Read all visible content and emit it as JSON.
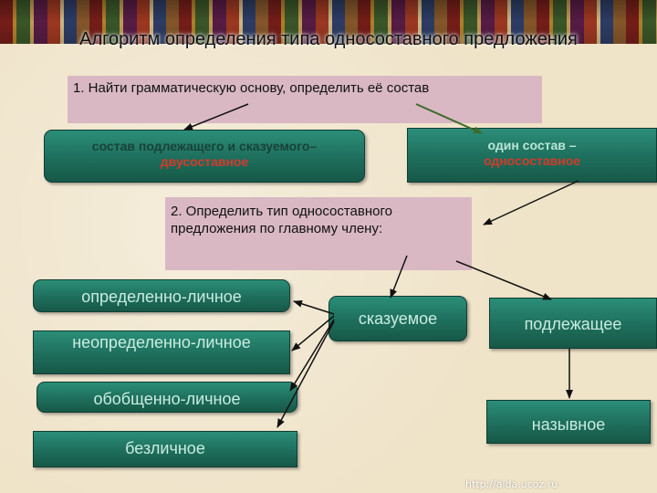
{
  "title": "Алгоритм определения типа односоставного предложения",
  "step1": {
    "text": "1. Найти грамматическую основу,  определить её состав"
  },
  "composition": {
    "two_part_line1": "состав подлежащего и сказуемого–",
    "two_part_line2": "двусоставное",
    "one_part_line1": "один состав –",
    "one_part_line2": "односоставное"
  },
  "step2": {
    "text": "2. Определить тип односоставного предложения по главному члену:"
  },
  "main_member": {
    "predicate": "сказуемое",
    "subject": "подлежащее"
  },
  "types": {
    "definite_personal": "определенно-личное",
    "indefinite_personal": "неопределенно-личное",
    "generalized_personal": "обобщенно-личное",
    "impersonal": "безличное",
    "nominative": "назывное"
  },
  "footer_url": "http://aida.ucoz.ru",
  "colors": {
    "panel": "#d9b8c4",
    "teal": "#1e6e5c",
    "accent_red": "#d43a2a",
    "arrow_green": "#3d6b2a"
  }
}
